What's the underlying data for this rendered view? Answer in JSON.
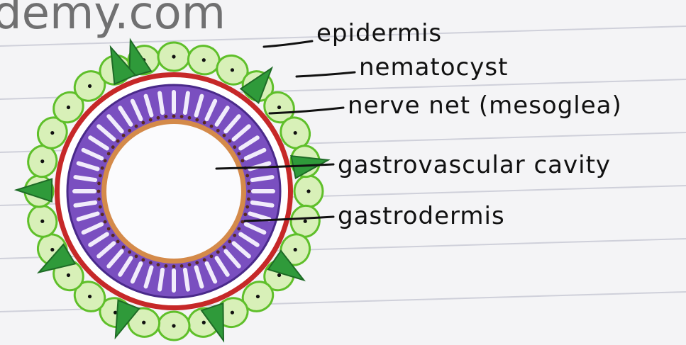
{
  "watermark": "demy.com",
  "labels": {
    "epidermis": "epidermis",
    "nematocyst": "nematocyst",
    "nerve_net": "nerve net (mesoglea)",
    "gastrovascular_cavity": "gastrovascular cavity",
    "gastrodermis": "gastrodermis"
  },
  "colors": {
    "paper": "#f4f4f6",
    "ruled_line": "#cfd0da",
    "epidermis_fill": "#d8f0b8",
    "epidermis_stroke": "#5fbf2a",
    "nematocyst": "#2f9a3a",
    "mesoglea": "#c62828",
    "gastrodermis_fill": "#7a4fc0",
    "gastrodermis_dark": "#4a2a8a",
    "inner_ring": "#d48a4a",
    "ink": "#111111"
  }
}
